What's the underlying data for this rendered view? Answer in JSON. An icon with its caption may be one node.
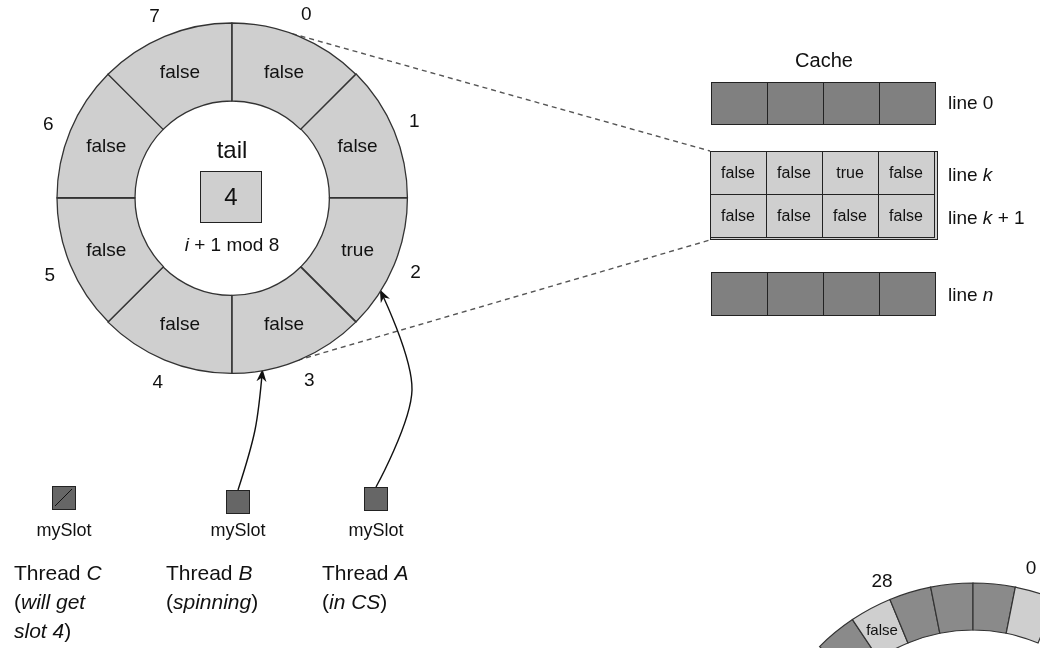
{
  "diagram": {
    "nodes": [
      {
        "text": [
          "false"
        ],
        "beside": [
          "0"
        ]
      },
      {
        "text": [
          "false"
        ],
        "beside": [
          "1"
        ]
      },
      {
        "text": [
          "true"
        ],
        "beside": [
          "2"
        ]
      },
      {
        "text": [
          "false"
        ],
        "beside": [
          "3"
        ]
      },
      {
        "text": [
          "false"
        ],
        "beside": [
          "4"
        ]
      },
      {
        "text": [
          "false"
        ],
        "beside": [
          "5"
        ]
      },
      {
        "text": [
          "false"
        ],
        "beside": [
          "6"
        ]
      },
      {
        "text": [
          "false"
        ],
        "beside": [
          "7"
        ]
      },
      {
        "text": [
          "4"
        ],
        "beside": [
          "tail",
          "*i* + 1 mod 8"
        ]
      },
      {
        "text": [],
        "shape": "box"
      },
      {
        "text": [],
        "shape": "box"
      },
      {
        "text": [],
        "shape": "box"
      },
      {
        "text": [],
        "shape": "box"
      },
      {
        "text": [],
        "shape": "box"
      },
      {
        "text": [
          "false"
        ],
        "in": 13
      },
      {
        "text": [
          "false"
        ],
        "in": 13
      },
      {
        "text": [
          "true"
        ],
        "in": 13
      },
      {
        "text": [
          "false"
        ],
        "in": 13
      },
      {
        "text": [
          "false"
        ],
        "in": 13
      },
      {
        "text": [
          "false"
        ],
        "in": 13
      },
      {
        "text": [
          "false"
        ],
        "in": 13
      },
      {
        "text": [
          "false"
        ],
        "in": 13
      },
      {
        "text": [],
        "shape": "box"
      },
      {
        "text": [],
        "shape": "box"
      },
      {
        "text": [],
        "shape": "box"
      },
      {
        "text": [],
        "shape": "box"
      },
      {
        "text": [],
        "shape": "box",
        "beside": [
          "mySlot",
          "Thread *C* (*will get slot 4*)"
        ]
      },
      {
        "text": [],
        "shape": "box",
        "beside": [
          "mySlot",
          "Thread *B* (*spinning*)"
        ]
      },
      {
        "text": [],
        "shape": "box",
        "beside": [
          "mySlot",
          "Thread *A* (*in CS*)"
        ]
      }
    ],
    "edges": [
      {
        "from": 0,
        "to": 13,
        "arrow": "none",
        "style": "dashed"
      },
      {
        "from": 3,
        "to": 13,
        "arrow": "none",
        "style": "dashed"
      },
      {
        "from": 27,
        "to": 3,
        "arrow": "to"
      },
      {
        "from": 28,
        "to": 2,
        "arrow": "to"
      }
    ],
    "labels": [
      "Cache",
      "line 0",
      "line *k*",
      "line *k* + 1",
      "line *n*",
      "28",
      "0",
      "false"
    ]
  }
}
